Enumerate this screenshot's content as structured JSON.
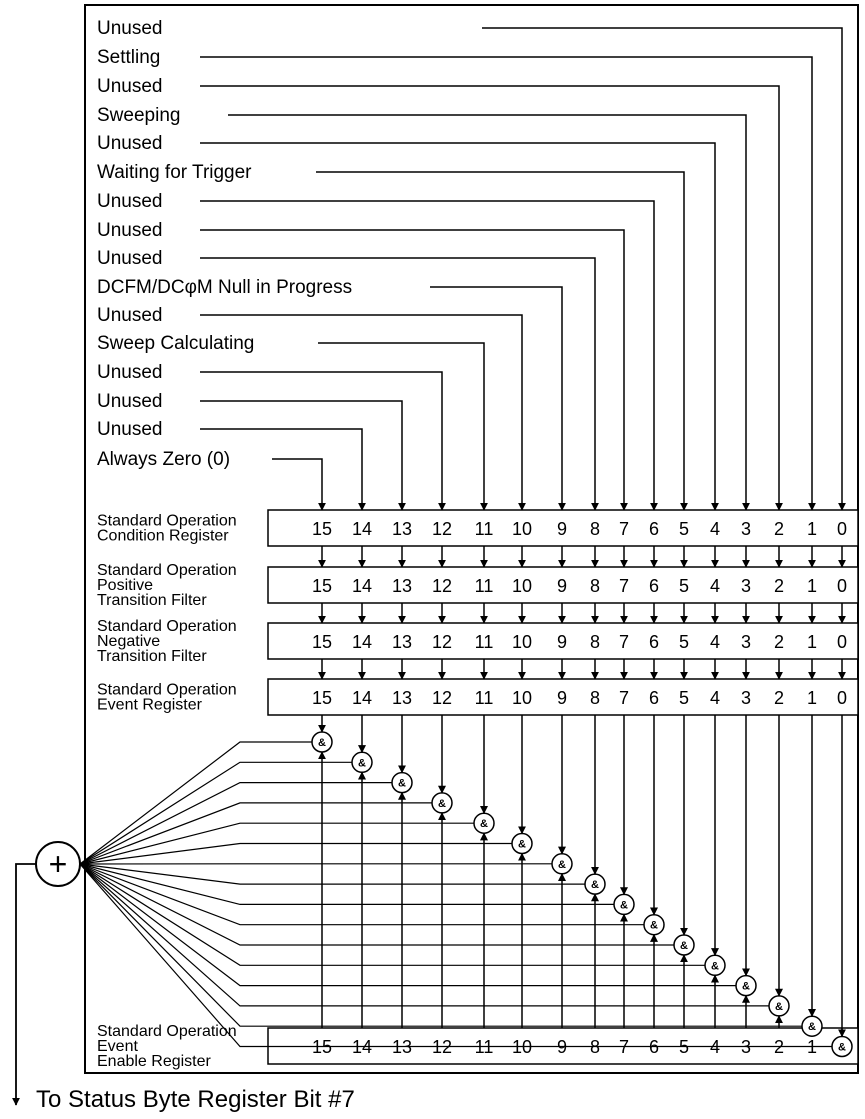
{
  "bit_labels": [
    "Unused",
    "Settling",
    "Unused",
    "Sweeping",
    "Unused",
    "Waiting for Trigger",
    "Unused",
    "Unused",
    "Unused",
    "DCFM/DCφM Null in Progress",
    "Unused",
    "Sweep Calculating",
    "Unused",
    "Unused",
    "Unused",
    "Always Zero (0)"
  ],
  "bit_numbers": [
    "15",
    "14",
    "13",
    "12",
    "11",
    "10",
    "9",
    "8",
    "7",
    "6",
    "5",
    "4",
    "3",
    "2",
    "1",
    "0"
  ],
  "registers": [
    {
      "label_lines": [
        "Standard Operation",
        "Condition Register"
      ]
    },
    {
      "label_lines": [
        "Standard Operation",
        "Positive",
        "Transition Filter"
      ]
    },
    {
      "label_lines": [
        "Standard Operation",
        "Negative",
        "Transition Filter"
      ]
    },
    {
      "label_lines": [
        "Standard Operation",
        "Event Register"
      ]
    },
    {
      "label_lines": [
        "Standard Operation",
        "Event",
        "Enable Register"
      ]
    }
  ],
  "and_symbol": "&",
  "or_symbol": "+",
  "output_label": "To Status Byte Register Bit #7"
}
